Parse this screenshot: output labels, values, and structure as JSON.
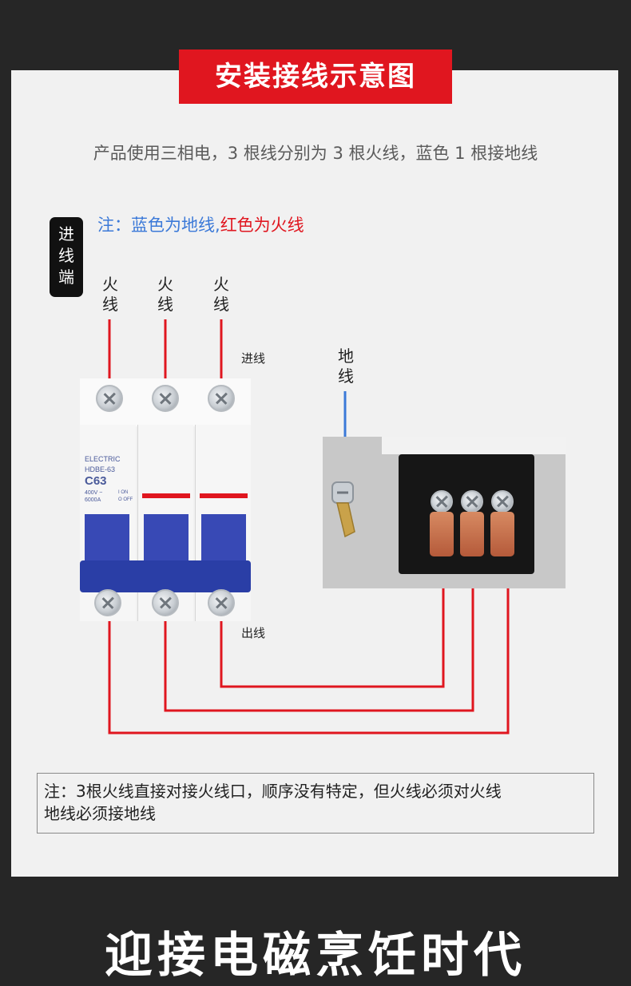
{
  "title": "安装接线示意图",
  "subtitle": "产品使用三相电，3 根线分别为 3 根火线，蓝色 1 根接地线",
  "note_top": {
    "blue_part": "注：蓝色为地线,",
    "red_part": "红色为火线"
  },
  "side_tag": "进线端",
  "labels": {
    "live_1": "火线",
    "live_2": "火线",
    "live_3": "火线",
    "ground": "地线",
    "incoming": "进线",
    "outgoing": "出线"
  },
  "breaker": {
    "brand": "ELECTRIC",
    "model": "HDBE-63",
    "rating": "C63",
    "spec_1": "400V ~",
    "spec_2": "6000A",
    "on": "I ON",
    "off": "O OFF"
  },
  "note_bottom": {
    "line_1": "注：3根火线直接对接火线口，顺序没有特定，但火线必须对火线",
    "line_2": "地线必须接地线"
  },
  "bottom_title": "迎接电磁烹饪时代",
  "colors": {
    "live_wire": "#e0161f",
    "ground_wire": "#3b79d8",
    "title_bg": "#e0161f"
  }
}
